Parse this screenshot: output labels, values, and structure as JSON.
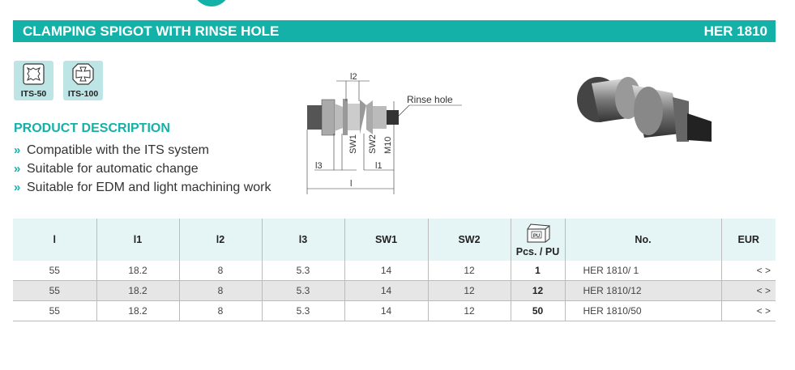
{
  "header": {
    "title": "CLAMPING SPIGOT WITH RINSE HOLE",
    "code": "HER 1810",
    "accent_color": "#14b1a8"
  },
  "badges": [
    {
      "label": "ITS-50",
      "icon": "its-50-chuck-icon"
    },
    {
      "label": "ITS-100",
      "icon": "its-100-chuck-icon"
    }
  ],
  "description": {
    "heading": "PRODUCT DESCRIPTION",
    "items": [
      "Compatible with the ITS system",
      "Suitable for automatic change",
      "Suitable for EDM and light machining work"
    ]
  },
  "drawing": {
    "labels": {
      "l": "l",
      "l1": "l1",
      "l2": "l2",
      "l3": "l3",
      "sw1": "SW1",
      "sw2": "SW2",
      "m10": "M10",
      "rinse": "Rinse hole"
    }
  },
  "table": {
    "headers": [
      "l",
      "l1",
      "l2",
      "l3",
      "SW1",
      "SW2",
      "Pcs. / PU",
      "No.",
      "EUR"
    ],
    "pu_icon_label": "PU",
    "rows": [
      [
        "55",
        "18.2",
        "8",
        "5.3",
        "14",
        "12",
        "1",
        "HER 1810/  1",
        "< >"
      ],
      [
        "55",
        "18.2",
        "8",
        "5.3",
        "14",
        "12",
        "12",
        "HER 1810/12",
        "< >"
      ],
      [
        "55",
        "18.2",
        "8",
        "5.3",
        "14",
        "12",
        "50",
        "HER 1810/50",
        "< >"
      ]
    ]
  }
}
